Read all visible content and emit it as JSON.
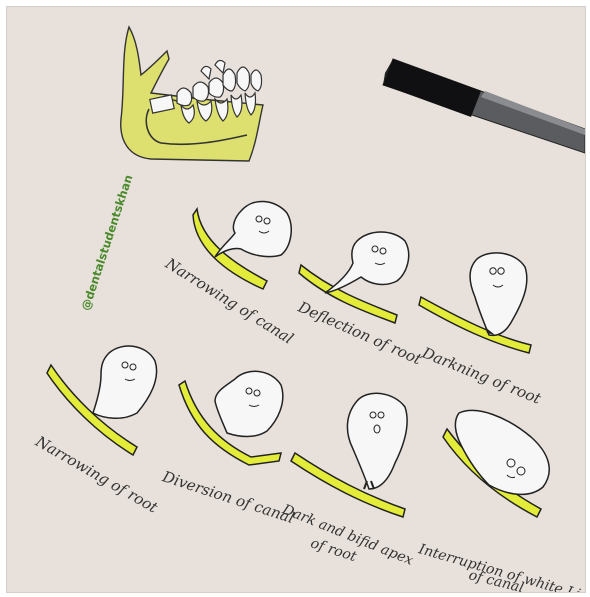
{
  "watermark": "@dentalstudentskhan",
  "labels": {
    "narrowing_canal": "Narrowing of canal",
    "deflection_root": "Deflection of root",
    "darkning_root": "Darkning of root",
    "narrowing_root": "Narrowing of root",
    "diversion_canal": "Diversion of canal",
    "bifid_apex_line1": "Dark and bifid apex",
    "bifid_apex_line2": "of root",
    "interruption_line1": "Interruption of white Line",
    "interruption_line2": "of canal"
  },
  "colors": {
    "paper": "#e8e1db",
    "canal_yellow": "#e4ec3a",
    "jaw_yellow": "#dde06e",
    "tooth_white": "#f7f7f7",
    "ink": "#222222",
    "watermark_green": "#4a8a2c"
  }
}
